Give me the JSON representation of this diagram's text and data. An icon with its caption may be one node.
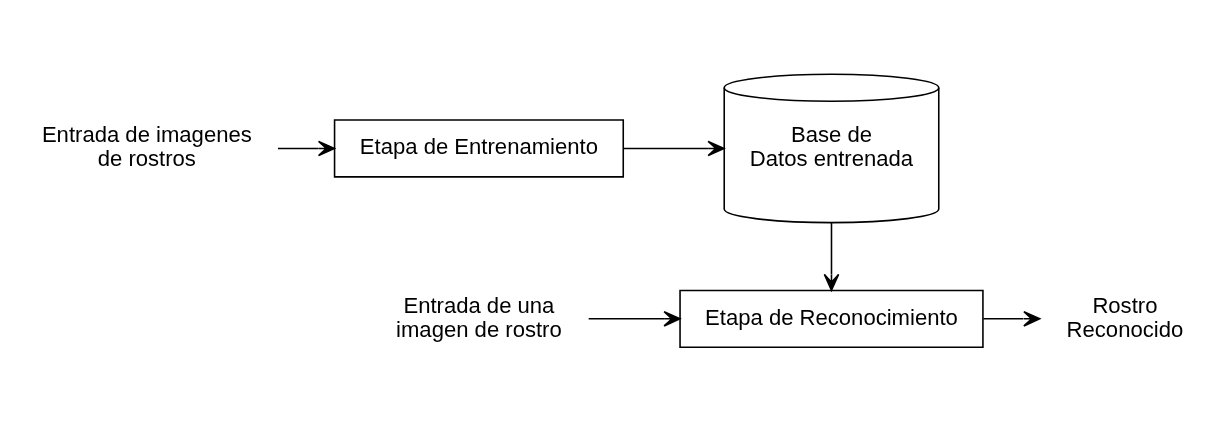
{
  "diagram": {
    "nodes": [
      {
        "text": [
          "Entrada de imagenes de rostros"
        ]
      },
      {
        "text": [
          "Etapa de Entrenamiento"
        ]
      },
      {
        "text": [
          "Base de Datos entrenada"
        ]
      },
      {
        "text": [
          "Entrada de una imagen de rostro"
        ]
      },
      {
        "text": [
          "Etapa de Reconocimiento"
        ]
      },
      {
        "text": [
          "Rostro Reconocido"
        ]
      }
    ],
    "edges": [
      {
        "from": 0,
        "to": 1,
        "arrow": "to"
      },
      {
        "from": 1,
        "to": 2,
        "arrow": "to"
      },
      {
        "from": 2,
        "to": 4,
        "arrow": "to"
      },
      {
        "from": 3,
        "to": 4,
        "arrow": "to"
      },
      {
        "from": 4,
        "to": 5,
        "arrow": "to"
      }
    ]
  }
}
